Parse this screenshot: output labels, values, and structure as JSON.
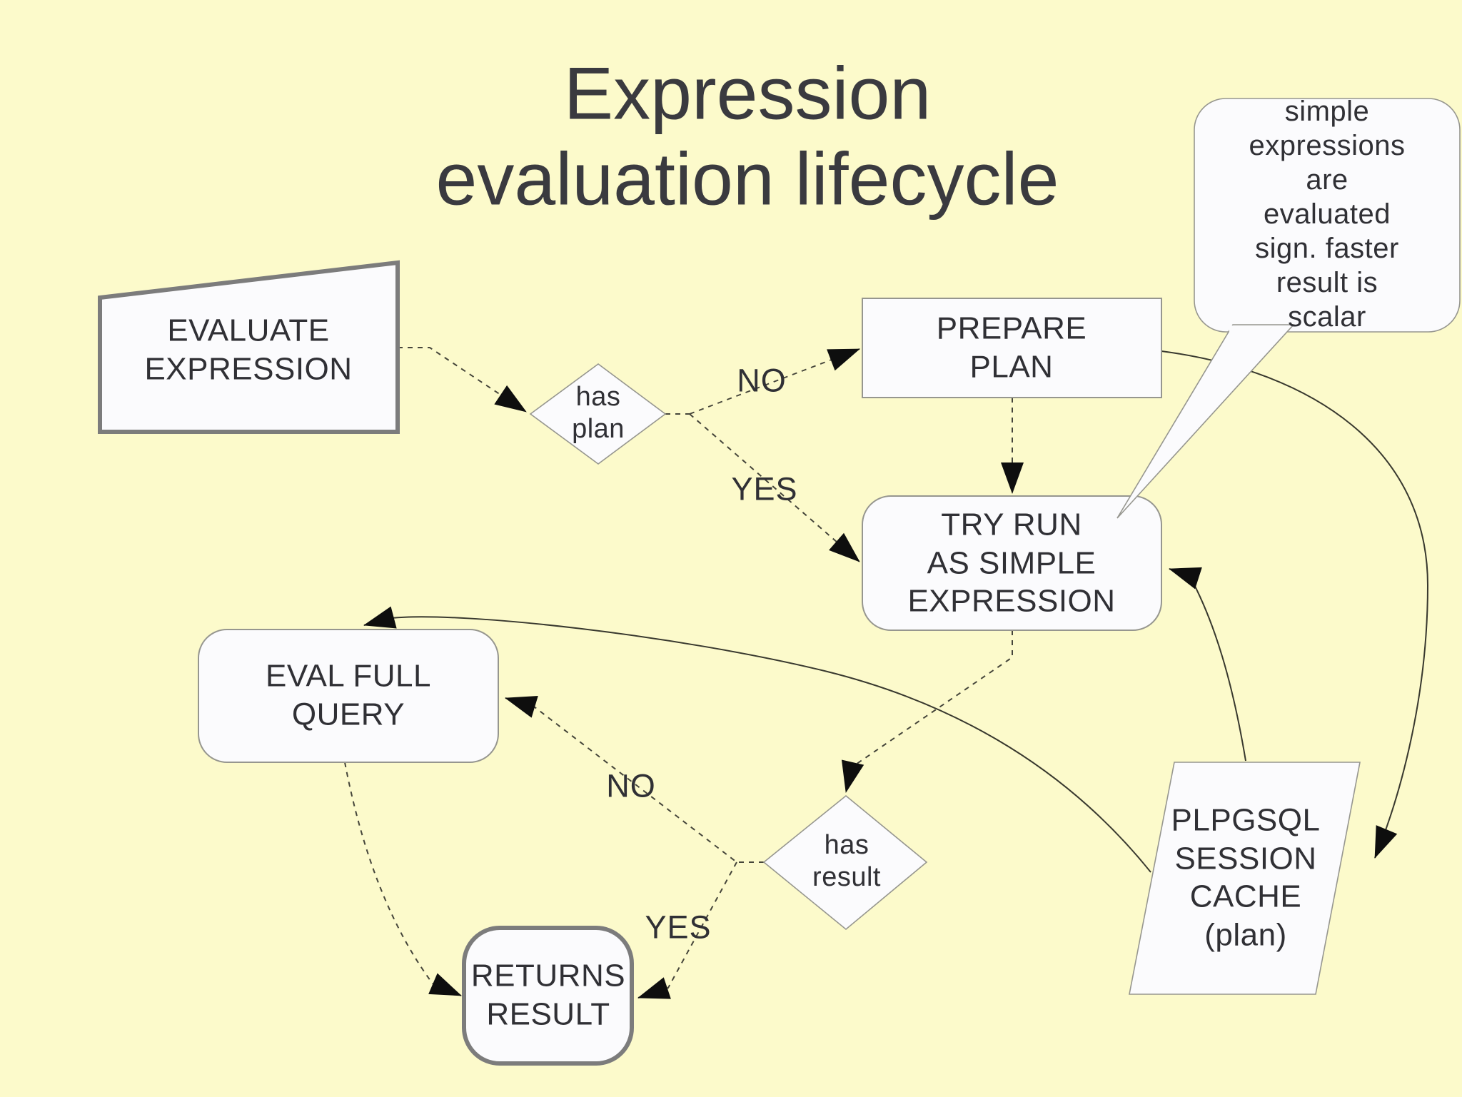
{
  "title": "Expression\nevaluation lifecycle",
  "bubble_note": "simple\nexpressions\nare evaluated\nsign. faster\nresult is scalar",
  "nodes": {
    "evaluate_expression": "EVALUATE\nEXPRESSION",
    "has_plan": "has\nplan",
    "prepare_plan": "PREPARE\nPLAN",
    "try_run_simple": "TRY RUN\nAS SIMPLE\nEXPRESSION",
    "eval_full_query": "EVAL FULL\nQUERY",
    "has_result": "has\nresult",
    "returns_result": "RETURNS\nRESULT",
    "plpgsql_session_cache": "PLPGSQL\nSESSION\nCACHE\n(plan)"
  },
  "edge_labels": {
    "has_plan_no": "NO",
    "has_plan_yes": "YES",
    "has_result_no": "NO",
    "has_result_yes": "YES"
  },
  "colors": {
    "background": "#fcfacb",
    "node_fill": "#fbfbfd",
    "node_border": "#96968f",
    "thick_border": "#7c7c7c",
    "dashed_line": "#45453a",
    "solid_line": "#38382e",
    "arrow": "#0e0e0e",
    "text": "#303035",
    "title_text": "#3a3a3f"
  }
}
